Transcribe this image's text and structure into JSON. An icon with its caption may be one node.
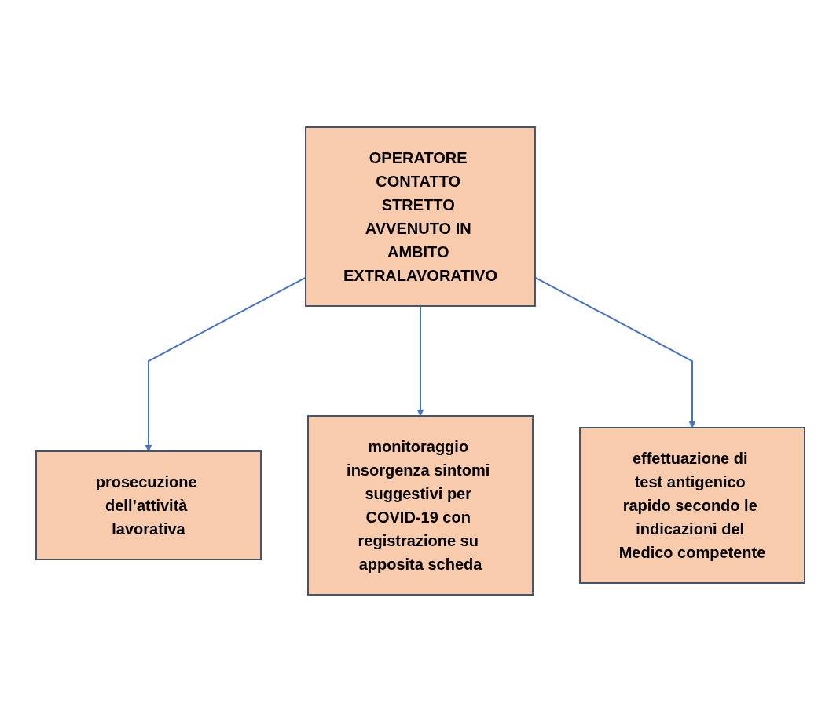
{
  "diagram": {
    "nodes": [
      {
        "text": [
          "OPERATORE CONTATTO STRETTO AVVENUTO IN AMBITO EXTRALAVORATIVO"
        ]
      },
      {
        "text": [
          "prosecuzione dell’attività lavorativa"
        ]
      },
      {
        "text": [
          "monitoraggio insorgenza sintomi suggestivi per COVID-19 con registrazione su apposita scheda"
        ]
      },
      {
        "text": [
          "effettuazione di test antigenico rapido secondo le indicazioni del Medico competente"
        ]
      }
    ],
    "edges": [
      {
        "from": 0,
        "to": 1,
        "arrow": "to"
      },
      {
        "from": 0,
        "to": 2,
        "arrow": "to"
      },
      {
        "from": 0,
        "to": 3,
        "arrow": "to"
      }
    ]
  }
}
